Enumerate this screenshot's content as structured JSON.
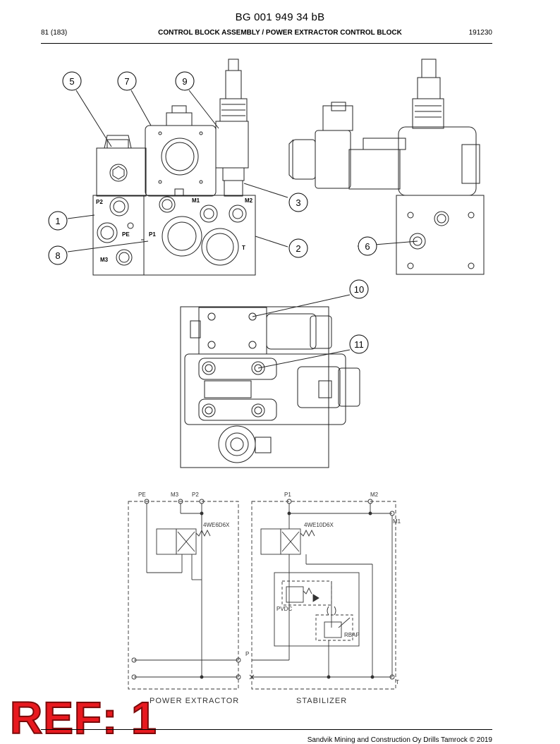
{
  "header": {
    "doc_number": "BG 001 949 34 bB",
    "page": "81 (183)",
    "title": "CONTROL BLOCK ASSEMBLY / POWER EXTRACTOR CONTROL BLOCK",
    "code": "191230"
  },
  "callouts": [
    "1",
    "2",
    "3",
    "5",
    "6",
    "7",
    "8",
    "9",
    "10",
    "11"
  ],
  "block_labels": {
    "p2": "P2",
    "pe": "PE",
    "m3": "M3",
    "p1": "P1",
    "m1": "M1",
    "m2": "M2",
    "t": "T"
  },
  "schematic": {
    "ports_left": {
      "pe": "PE",
      "m3": "M3",
      "p2": "P2"
    },
    "ports_right": {
      "p1": "P1",
      "m2": "M2",
      "m1": "M1"
    },
    "valve_left": "4WE6D6X",
    "valve_right": "4WE10D6X",
    "pvdc": "PVDC",
    "rbap": "RBAP",
    "p_label": "P",
    "t_label": "T",
    "caption_left": "POWER EXTRACTOR",
    "caption_right": "STABILIZER"
  },
  "watermark": "REF: 1",
  "footer": {
    "copyright": "Sandvik Mining and Construction Oy Drills Tamrock © 2019"
  }
}
